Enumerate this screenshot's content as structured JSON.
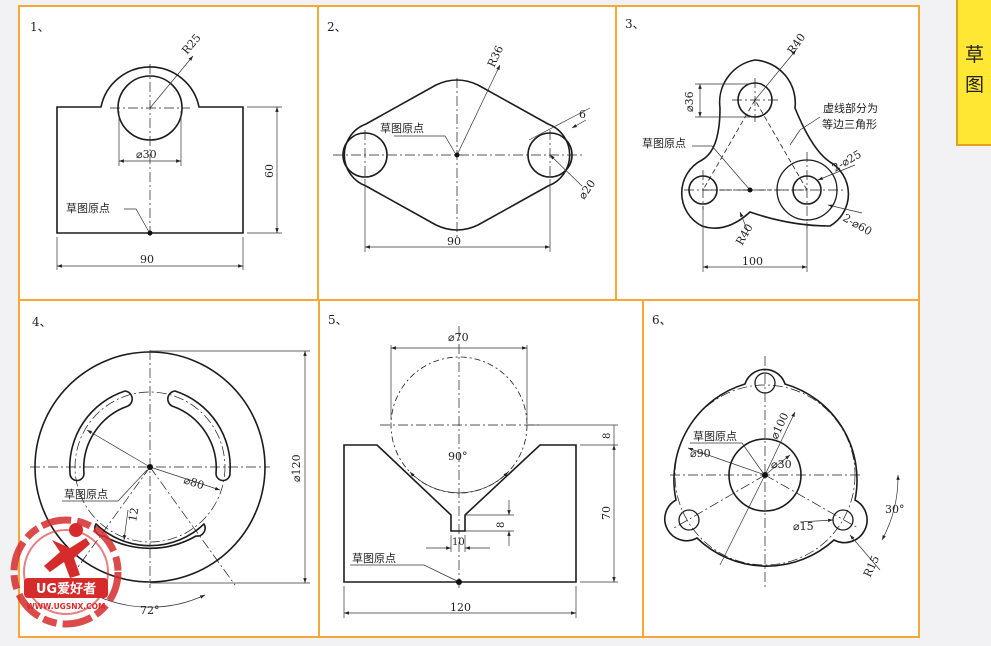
{
  "side_tab": {
    "char1": "草",
    "char2": "图"
  },
  "colors": {
    "frame": "#f4a83a",
    "line": "#1c1c1c",
    "dim": "#444444",
    "paper": "#ffffff",
    "tab": "#ffe733",
    "logo": "#d62b2b"
  },
  "panels": [
    {
      "number": "1、",
      "labels": {
        "radius": "R25",
        "dia": "⌀30",
        "height": "60",
        "width": "90",
        "origin": "草图原点"
      }
    },
    {
      "number": "2、",
      "labels": {
        "radius": "R36",
        "wall": "6",
        "dia": "⌀20",
        "width": "90",
        "origin": "草图原点"
      }
    },
    {
      "number": "3、",
      "labels": {
        "r_top": "R40",
        "dia_top": "⌀36",
        "note1": "虚线部分为",
        "note2": "等边三角形",
        "holes": "2-⌀25",
        "bosses": "2-⌀60",
        "r_bottom": "R40",
        "width": "100",
        "origin": "草图原点"
      }
    },
    {
      "number": "4、",
      "labels": {
        "dia_outer": "⌀120",
        "dia_mid": "⌀80",
        "slot": "12",
        "angle": "72°",
        "origin": "草图原点"
      }
    },
    {
      "number": "5、",
      "labels": {
        "dia": "⌀70",
        "angle": "90°",
        "top_gap": "8",
        "slot_depth": "8",
        "slot_width": "10",
        "height": "70",
        "width": "120",
        "origin": "草图原点"
      }
    },
    {
      "number": "6、",
      "labels": {
        "dia_bolt": "⌀100",
        "dia_outer": "⌀90",
        "dia_hub": "⌀30",
        "dia_hole": "⌀15",
        "radius": "R15",
        "angle": "30°",
        "origin": "草图原点"
      }
    }
  ],
  "logo": {
    "brand": "UG爱好者",
    "url": "WWW.UGSNX.COM"
  }
}
